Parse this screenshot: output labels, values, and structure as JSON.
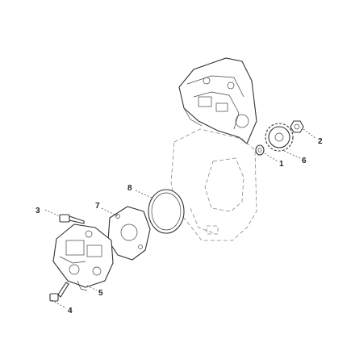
{
  "labels": {
    "l1": "1",
    "l2": "2",
    "l3": "3",
    "l4": "4",
    "l5": "5",
    "l6": "6",
    "l7": "7",
    "l8": "8"
  },
  "colors": {
    "line": "#333333",
    "background": "#ffffff"
  }
}
